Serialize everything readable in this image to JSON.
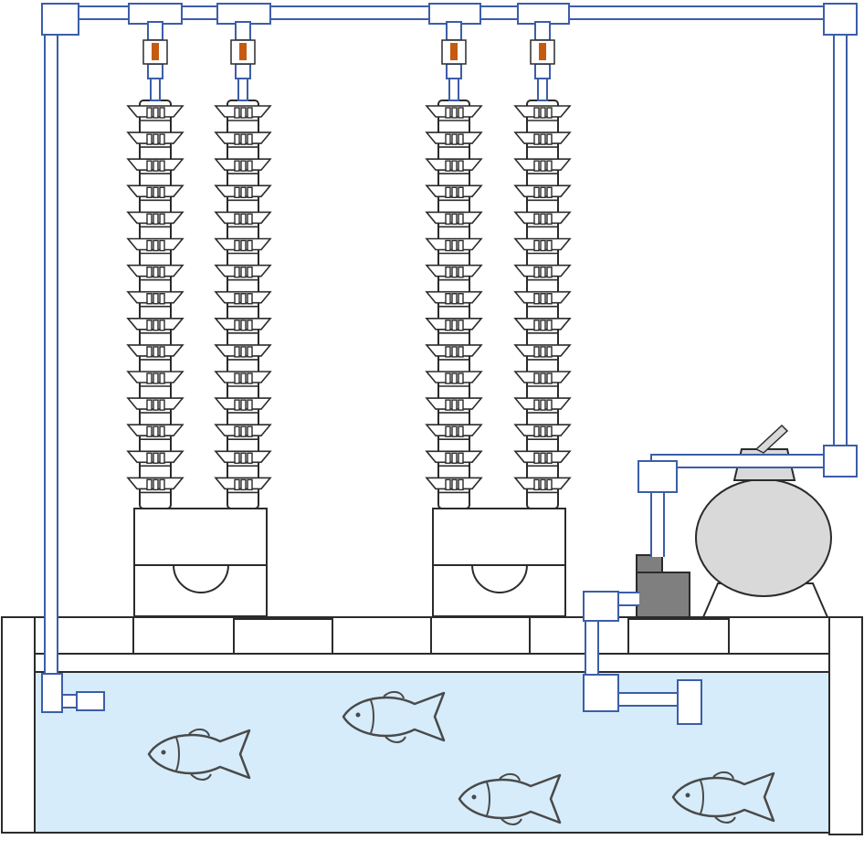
{
  "colors": {
    "pipe_stroke": "#3b5ea8",
    "outline": "#2b2b2b",
    "water": "#d6ecfa",
    "tank_gray": "#d9d9d9",
    "pump_gray": "#7f7f7f",
    "emitter": "#c55a11",
    "fish_stroke": "#4a4a4a"
  },
  "diagram": {
    "labels": [],
    "components": [
      {
        "name": "towers",
        "icon": "tiered-planter-column",
        "count": 4
      },
      {
        "name": "tower-bases",
        "count": 2
      },
      {
        "name": "drip-emitters",
        "icon": "valve-fitting",
        "count": 4
      },
      {
        "name": "filter-tank",
        "icon": "sand-filter-tank"
      },
      {
        "name": "pump",
        "icon": "submersible-pump"
      },
      {
        "name": "fish-tank",
        "icon": "water-reservoir"
      },
      {
        "name": "fish",
        "icon": "fish-outline",
        "count": 4
      }
    ]
  }
}
